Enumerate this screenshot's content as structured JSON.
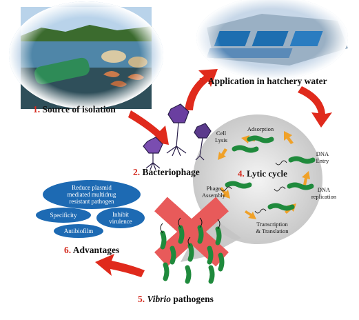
{
  "steps": {
    "s1": {
      "num": "1.",
      "text": "Source of isolation"
    },
    "s2": {
      "num": "2.",
      "text": "Bacteriophage"
    },
    "s3": {
      "num": "3.",
      "text": "Application  in hatchery water"
    },
    "s4": {
      "num": "4.",
      "text": "Lytic  cycle"
    },
    "s5": {
      "num": "5.",
      "italic": "Vibrio",
      "text": " pathogens"
    },
    "s6": {
      "num": "6.",
      "text": "Advantages"
    }
  },
  "lytic_stages": {
    "adsorption": "Adsorption",
    "dna_entry": [
      "DNA",
      "Entry"
    ],
    "dna_replication": [
      "DNA",
      "replication"
    ],
    "transcription": [
      "Transcription",
      "& Translation"
    ],
    "phage_assembly": [
      "Phage",
      "Assembly"
    ],
    "cell_lysis": [
      "Cell",
      "Lysis"
    ]
  },
  "advantages": {
    "plasmid": [
      "Reduce plasmid",
      "mediated multidrug",
      "resistant pathogen"
    ],
    "specificity": "Specificity",
    "inhibit": [
      "Inhibit",
      "virulence"
    ],
    "antibiofilm": "Antibiofilm"
  },
  "colors": {
    "arrow": "#e02a1c",
    "ellipse": "#1d6ab3",
    "cycle_arrow": "#f0a128",
    "bacteria": "#1f8a3c",
    "phage": "#5b3a8c",
    "cross": "#e85a5a"
  }
}
